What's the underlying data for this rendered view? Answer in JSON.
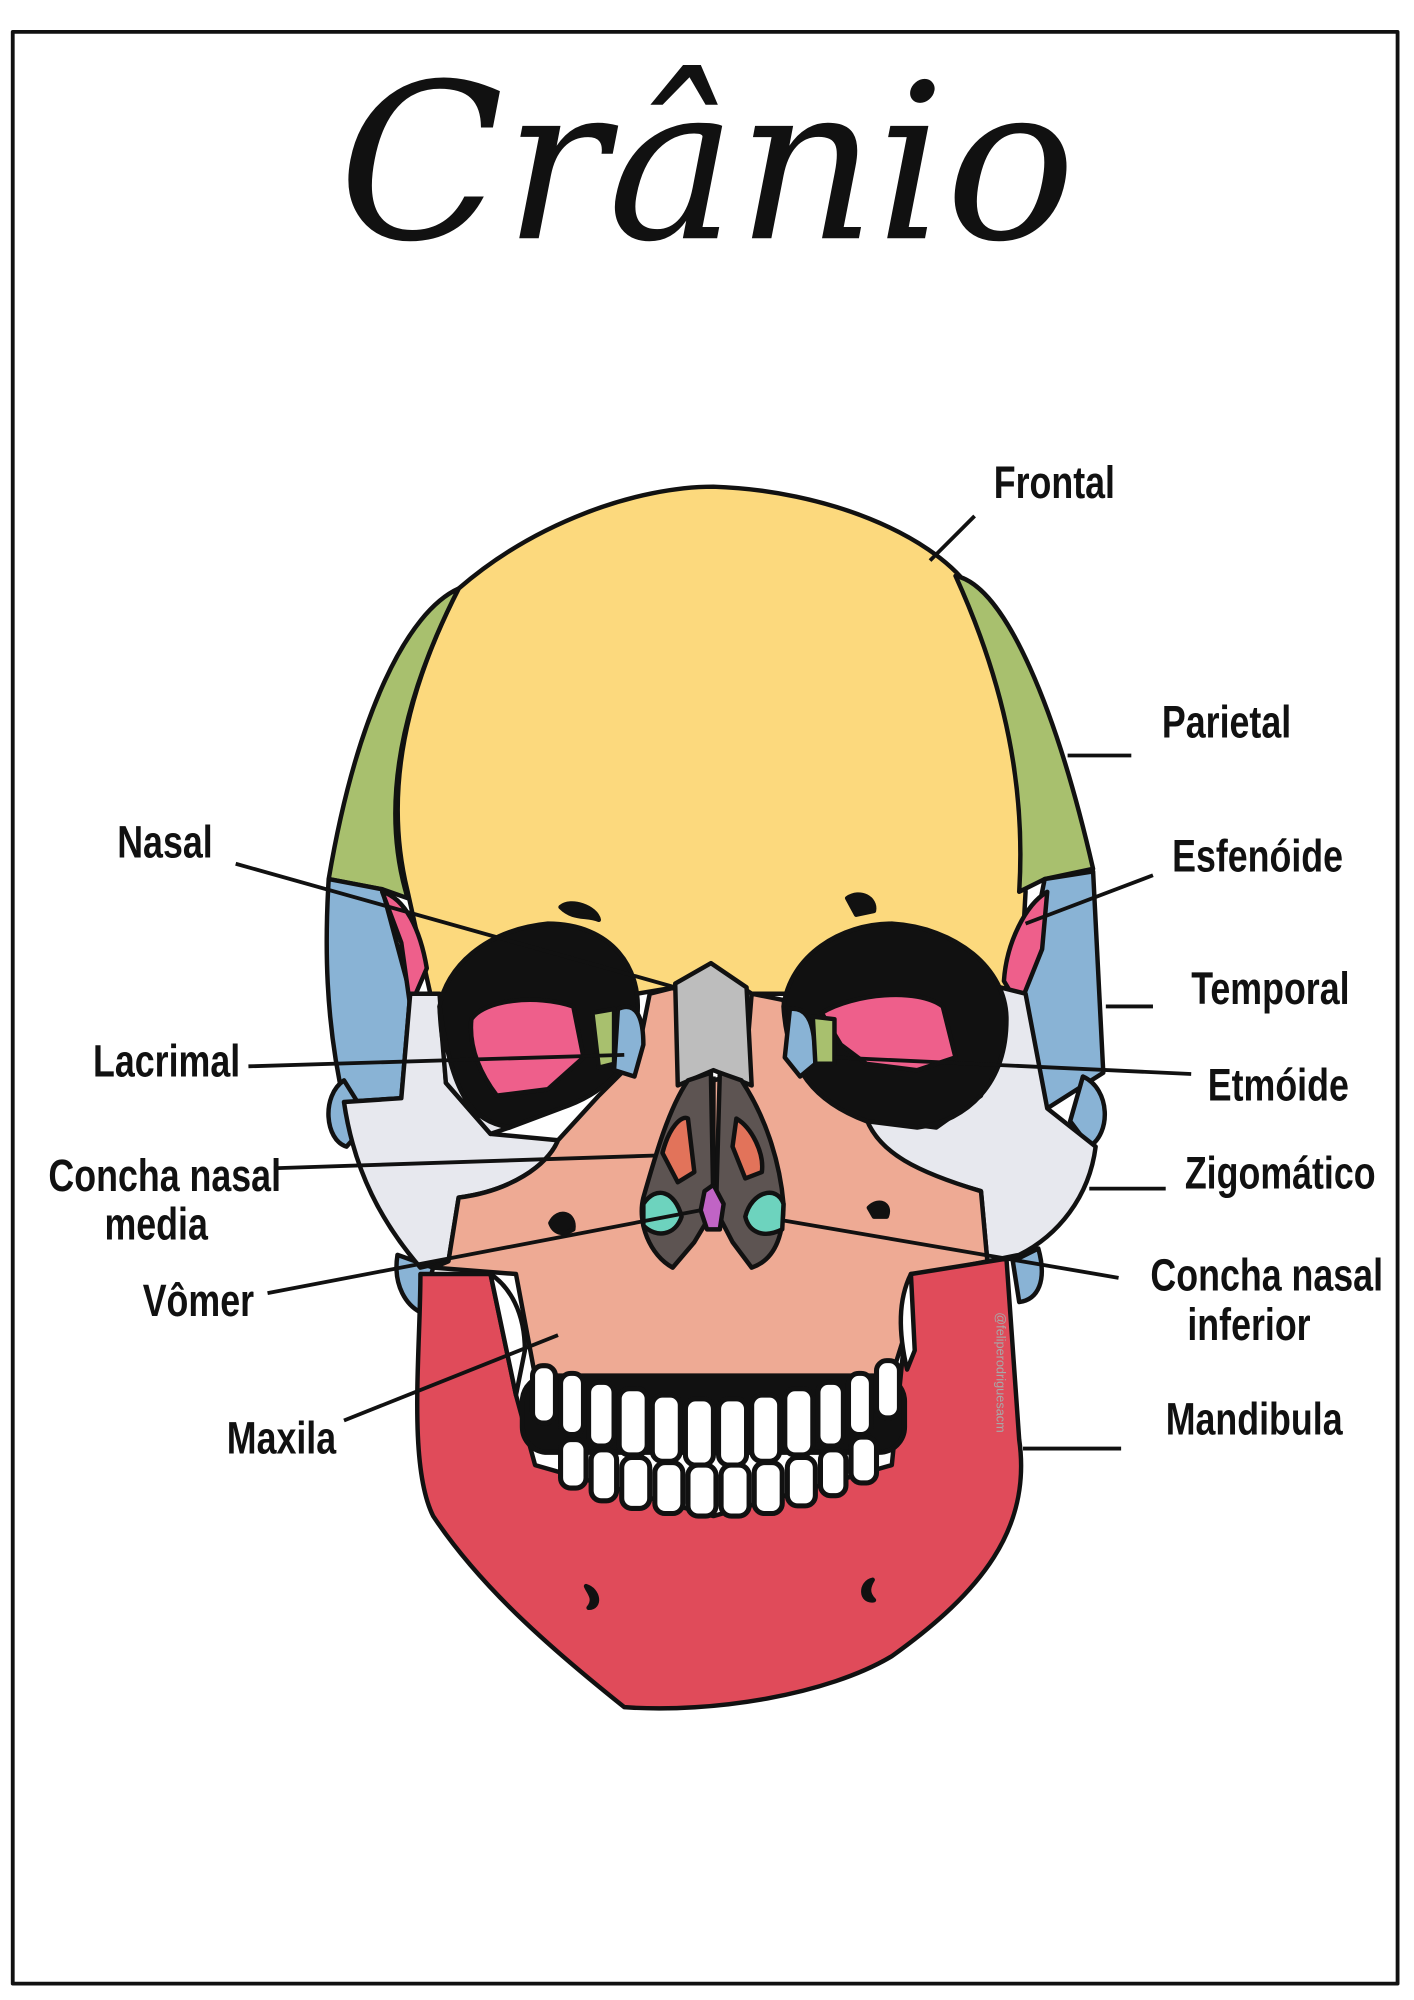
{
  "title": "Crânio",
  "watermark": "@feliperodriguesacm",
  "labels": {
    "frontal": "Frontal",
    "parietal": "Parietal",
    "esfenoide": "Esfenóide",
    "temporal": "Temporal",
    "etmoide": "Etmóide",
    "zigomatico": "Zigomático",
    "concha_inferior_1": "Concha nasal",
    "concha_inferior_2": "inferior",
    "mandibula": "Mandibula",
    "nasal": "Nasal",
    "lacrimal": "Lacrimal",
    "concha_media_1": "Concha nasal",
    "concha_media_2": "media",
    "vomer": "Vômer",
    "maxila": "Maxila"
  },
  "colors": {
    "frontal": "#FCD97D",
    "parietal": "#A8C06E",
    "temporal": "#89B3D5",
    "esfenoide": "#EE5F8B",
    "zigomatico": "#E7E8EE",
    "maxila": "#EEAA94",
    "nasal": "#BDBDBD",
    "cavity": "#5D5452",
    "concha_media": "#E2735A",
    "concha_inferior": "#6DD3BE",
    "vomer": "#C064C5",
    "mandibula": "#E04B5A"
  }
}
